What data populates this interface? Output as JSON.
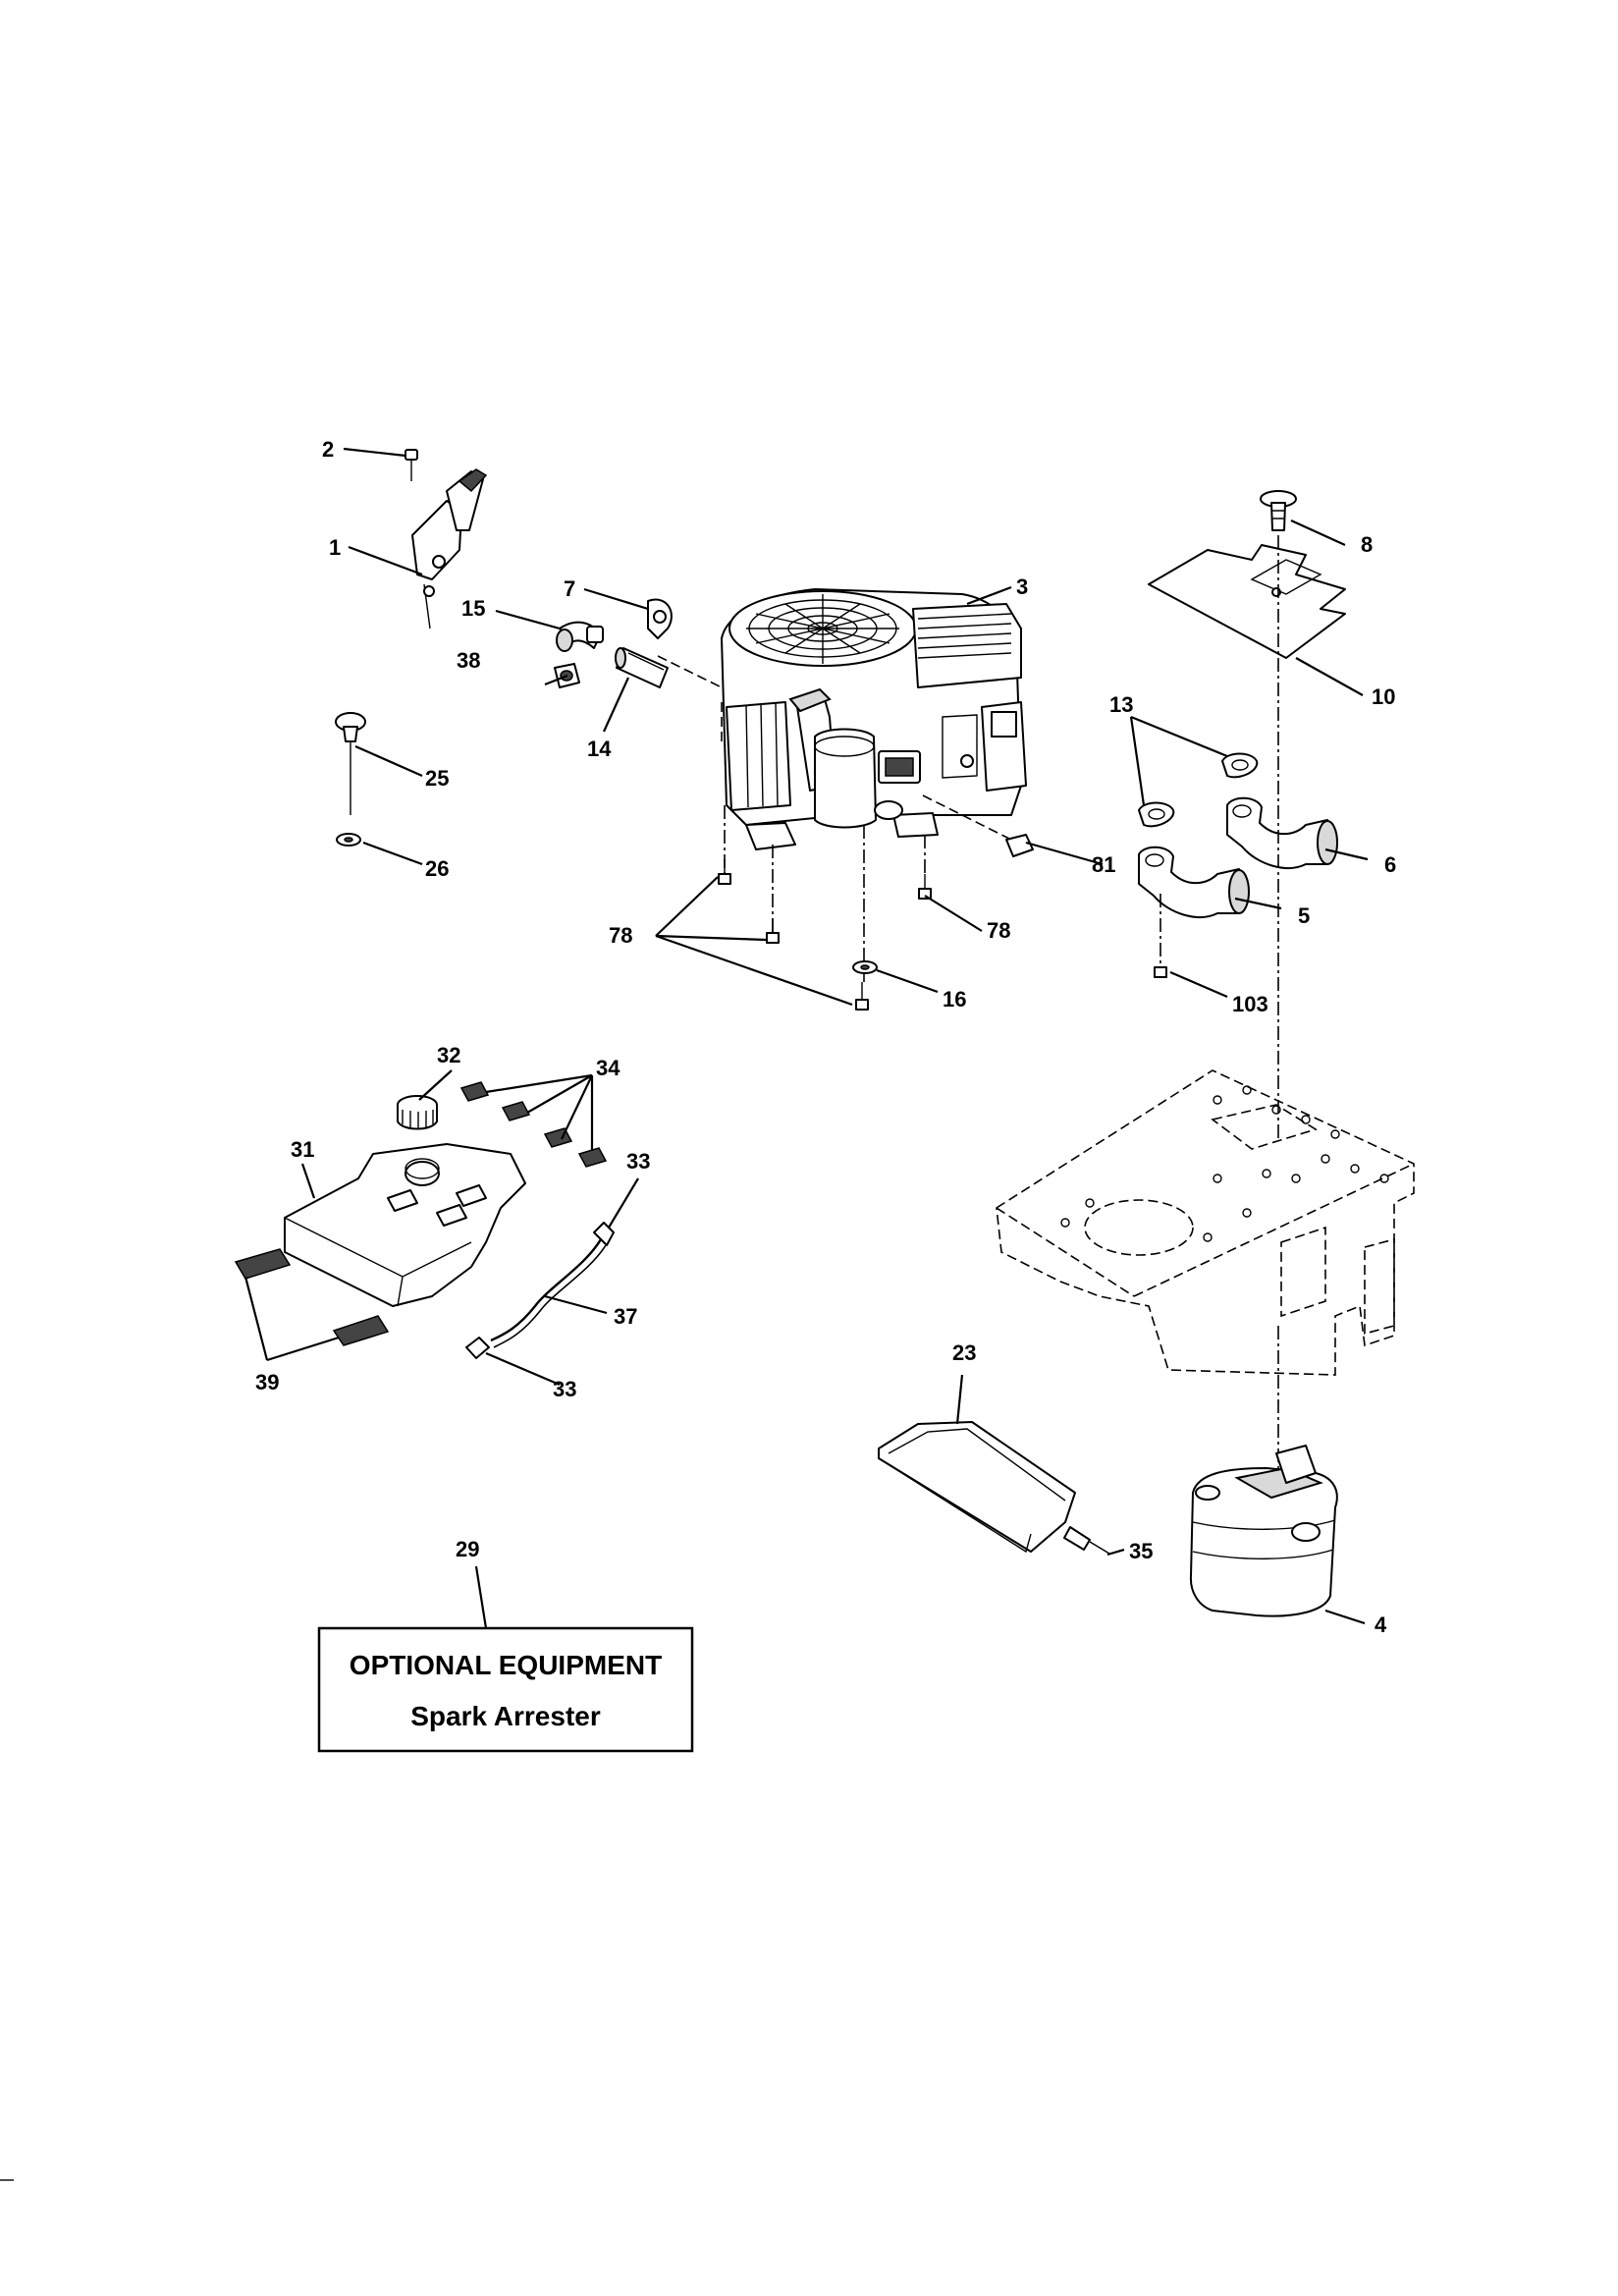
{
  "labels": {
    "p1": "1",
    "p2": "2",
    "p3": "3",
    "p4": "4",
    "p5": "5",
    "p6": "6",
    "p7": "7",
    "p8": "8",
    "p10": "10",
    "p13": "13",
    "p14": "14",
    "p15": "15",
    "p16": "16",
    "p23": "23",
    "p25": "25",
    "p26": "26",
    "p29": "29",
    "p31": "31",
    "p32": "32",
    "p33a": "33",
    "p33b": "33",
    "p34": "34",
    "p35": "35",
    "p37": "37",
    "p38": "38",
    "p39": "39",
    "p78a": "78",
    "p78b": "78",
    "p81": "81",
    "p103": "103"
  },
  "callout_box": {
    "title": "OPTIONAL EQUIPMENT",
    "subtitle": "Spark Arrester"
  }
}
